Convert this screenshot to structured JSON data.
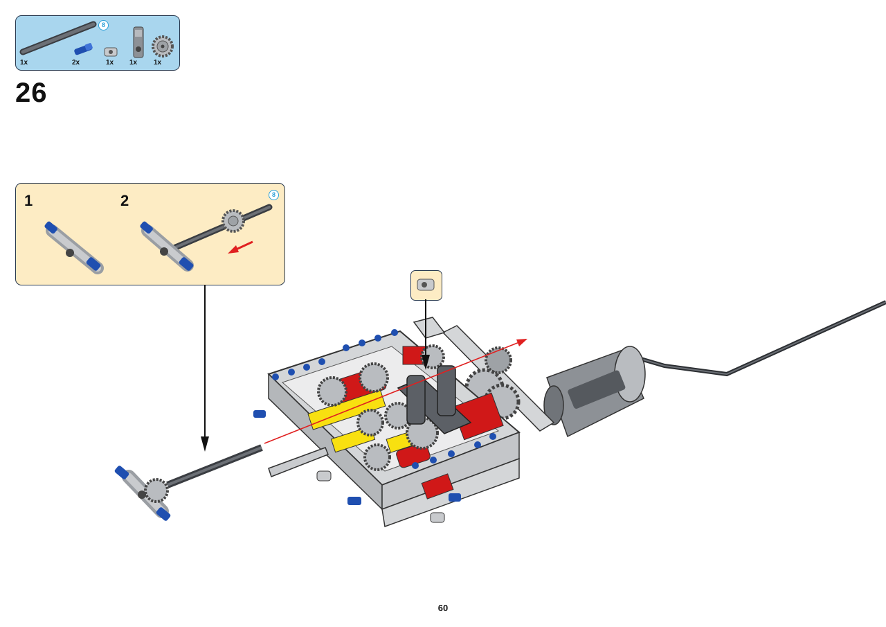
{
  "step": {
    "number": "26"
  },
  "parts_list": {
    "axle_length_badge": "8",
    "items": [
      {
        "name": "axle-8",
        "quantity": "1x"
      },
      {
        "name": "blue-pin-with-axle",
        "quantity": "2x"
      },
      {
        "name": "bush",
        "quantity": "1x"
      },
      {
        "name": "axle-pin-connector",
        "quantity": "1x"
      },
      {
        "name": "gear-16-tooth",
        "quantity": "1x"
      }
    ]
  },
  "sub_assembly": {
    "axle_length_badge": "8",
    "steps": [
      {
        "number": "1"
      },
      {
        "number": "2"
      }
    ]
  },
  "colors": {
    "parts_background": "#a9d6ee",
    "sub_background": "#fdecc4",
    "direction_arrow": "#e02020",
    "technic_blue": "#1f4fb0",
    "light_grey": "#d4d6d8",
    "dark_grey": "#5c6066",
    "red": "#d01818",
    "yellow": "#f8e010"
  },
  "page": {
    "number": "60"
  }
}
